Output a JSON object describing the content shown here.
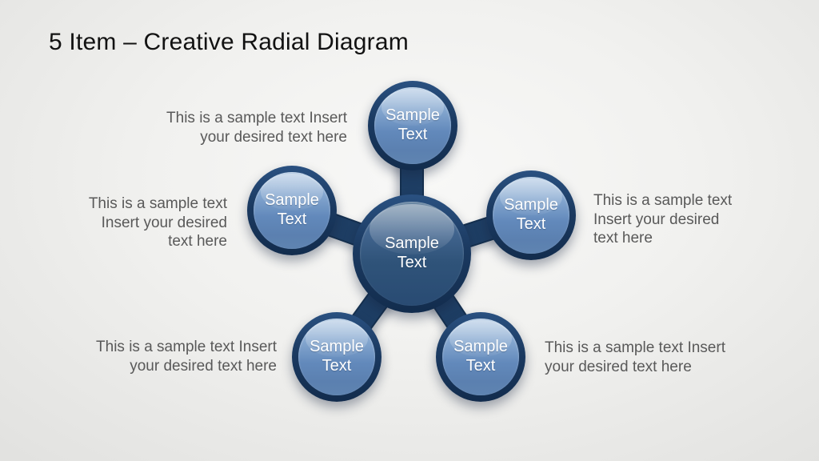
{
  "slide": {
    "title": "5 Item – Creative Radial Diagram"
  },
  "diagram": {
    "type": "radial",
    "item_count": 5,
    "center": {
      "label": "Sample Text"
    },
    "satellites": [
      {
        "position": "top",
        "label": "Sample Text"
      },
      {
        "position": "upper-left",
        "label": "Sample Text"
      },
      {
        "position": "upper-right",
        "label": "Sample Text"
      },
      {
        "position": "lower-left",
        "label": "Sample Text"
      },
      {
        "position": "lower-right",
        "label": "Sample Text"
      }
    ],
    "annotations": [
      {
        "position": "top-left",
        "align": "right",
        "lines": [
          "This is a sample text Insert",
          "your desired text here"
        ]
      },
      {
        "position": "left",
        "align": "right",
        "lines": [
          "This is a sample text",
          "Insert your desired",
          "text here"
        ]
      },
      {
        "position": "right",
        "align": "left",
        "lines": [
          "This is a sample text",
          "Insert your desired",
          "text here"
        ]
      },
      {
        "position": "bottom-left",
        "align": "right",
        "lines": [
          "This is a sample text Insert",
          "your desired text here"
        ]
      },
      {
        "position": "bottom-right",
        "align": "left",
        "lines": [
          "This is a sample text Insert",
          "your desired text here"
        ]
      }
    ],
    "colors": {
      "ring": "#1b3a61",
      "connector": "#1e3e64",
      "center_ball_top": "#64829f",
      "center_ball_bottom": "#294b73",
      "satellite_ball_top": "#aec7e2",
      "satellite_ball_bottom": "#5b80b0",
      "node_label_text": "#ffffff",
      "annotation_text": "#595959",
      "title_text": "#121212",
      "background": "#efefed"
    }
  }
}
